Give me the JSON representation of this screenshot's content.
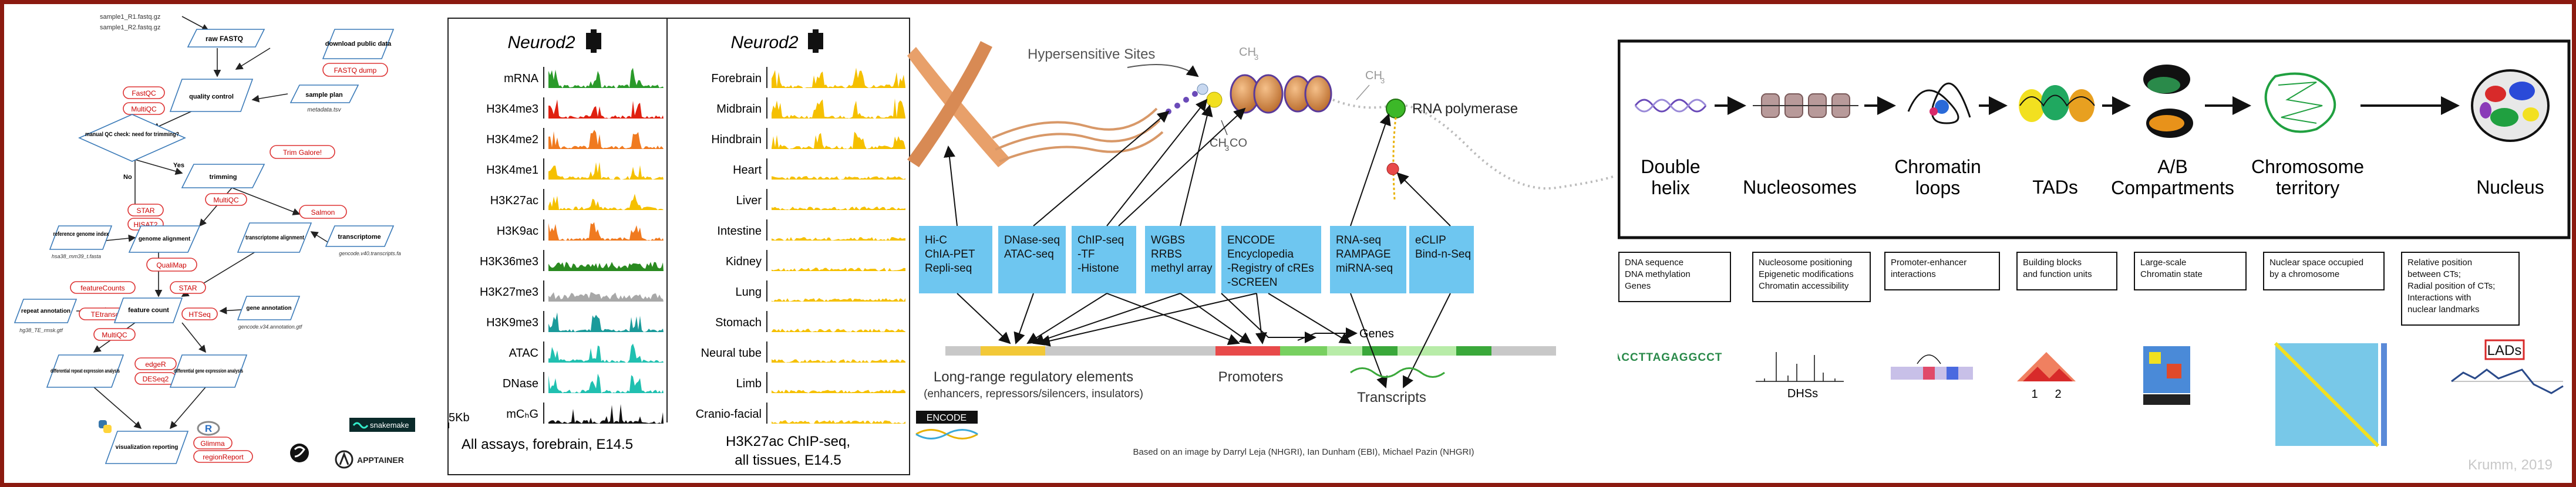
{
  "panel1": {
    "input_files": [
      "sample1_R1.fastq.gz",
      "sample1_R2.fastq.gz"
    ],
    "raw_fastq": "raw FASTQ",
    "download": "download public data",
    "fastq_dump": "FASTQ dump",
    "quality_control": "quality control",
    "fastqc": "FastQC",
    "multiqc": "MultiQC",
    "sample_plan": "sample plan",
    "metadata_tsv": "metadata.tsv",
    "decision": "manual QC check: need for trimming?",
    "yes": "Yes",
    "no": "No",
    "trimming": "trimming",
    "trim_galore": "Trim Galore!",
    "reference_index": "reference genome index",
    "genome_fasta": "hsa38_mm39_t.fasta",
    "star": "STAR",
    "hisat2": "HISAT2",
    "genome_alignment": "genome alignment",
    "salmon": "Salmon",
    "transcriptome": "transcriptome",
    "transcriptome_fa": "gencode.v40.transcripts.fa",
    "transcriptome_alignment": "transcriptome alignment",
    "qualimap": "QualiMap",
    "repeat_annotation": "repeat annotation",
    "repeat_gtf": "hg38_TE_rmsk.gtf",
    "feature_counts": "featureCounts",
    "te_transcripts": "TEtranscripts",
    "feature_count": "feature count",
    "htseq": "HTSeq",
    "gene_annotation": "gene annotation",
    "gene_gtf": "gencode.v34.annotation.gtf",
    "diff_repeat": "differential repeat expression analysis",
    "diff_gene": "differential gene expression analysis",
    "edger": "edgeR",
    "deseq2": "DESeq2",
    "visualization": "visualization reporting",
    "glimma": "Glimma",
    "region_report": "regionReport",
    "r_logo": "R",
    "snakemake": "snakemake",
    "apptainer": "APPTAINER"
  },
  "panel2": {
    "gene_title": "Neurod2",
    "left_tracks": [
      "mRNA",
      "H3K4me3",
      "H3K4me2",
      "H3K4me1",
      "H3K27ac",
      "H3K9ac",
      "H3K36me3",
      "H3K27me3",
      "H3K9me3",
      "ATAC",
      "DNase",
      "mCₕG"
    ],
    "scale_label": "5Kb",
    "right_tracks": [
      "Forebrain",
      "Midbrain",
      "Hindbrain",
      "Heart",
      "Liver",
      "Intestine",
      "Kidney",
      "Lung",
      "Stomach",
      "Neural tube",
      "Limb",
      "Cranio-facial"
    ],
    "left_caption": "All assays, forebrain, E14.5",
    "right_caption_1": "H3K27ac ChIP-seq,",
    "right_caption_2": "all tissues, E14.5",
    "colors": {
      "mRNA": "#2a9a2a",
      "H3K4me3": "#e02010",
      "H3K4me2": "#f07a20",
      "H3K4me1": "#f5c000",
      "H3K27ac": "#f5c000",
      "H3K9ac": "#f07a20",
      "H3K36me3": "#2a8a20",
      "H3K27me3": "#a8a8a8",
      "H3K9me3": "#1a9a9a",
      "ATAC": "#20c0b0",
      "DNase": "#20c0b0",
      "mCₕG": "#111111",
      "tissue": "#f5c000"
    }
  },
  "panel3": {
    "hypersensitive": "Hypersensitive Sites",
    "ch3_top": "CH",
    "ch3_right": "CH",
    "ch3co": "CH",
    "rna_pol": "RNA polymerase",
    "boxes": [
      [
        "Hi-C",
        "ChIA-PET",
        "Repli-seq"
      ],
      [
        "DNase-seq",
        "ATAC-seq"
      ],
      [
        "ChIP-seq",
        "-TF",
        "-Histone"
      ],
      [
        "WGBS",
        "RRBS",
        "methyl array"
      ],
      [
        "ENCODE",
        "Encyclopedia",
        "-Registry of cREs",
        "-SCREEN"
      ],
      [
        "RNA-seq",
        "RAMPAGE",
        "miRNA-seq"
      ],
      [
        "eCLIP",
        "Bind-n-Seq"
      ]
    ],
    "genes": "Genes",
    "long_range": "Long-range regulatory elements",
    "enhancers": "(enhancers, repressors/silencers, insulators)",
    "promoters": "Promoters",
    "transcripts": "Transcripts",
    "encode_logo": "ENCODE",
    "credit": "Based on an image by Darryl Leja (NHGRI), Ian Dunham (EBI), Michael Pazin (NHGRI)"
  },
  "panel4": {
    "stages": [
      [
        "Double",
        "helix"
      ],
      [
        "Nucleosomes"
      ],
      [
        "Chromatin",
        "loops"
      ],
      [
        "TADs"
      ],
      [
        "A/B",
        "Compartments"
      ],
      [
        "Chromosome",
        "territory"
      ],
      [
        "Nucleus"
      ]
    ],
    "descriptions": [
      [
        "DNA sequence",
        "DNA methylation",
        "Genes"
      ],
      [
        "Nucleosome positioning",
        "Epigenetic modifications",
        "Chromatin accessibility"
      ],
      [
        "Promoter-enhancer",
        "interactions"
      ],
      [
        "Building blocks",
        "and function units"
      ],
      [
        "Large-scale",
        "Chromatin state"
      ],
      [
        "Nuclear space occupied",
        "by a chromosome"
      ],
      [
        "Relative position",
        "between CTs;",
        "Radial position of CTs;",
        "Interactions with",
        "nuclear landmarks"
      ]
    ],
    "dna_sequence": "ACCTTAGAGGCCT",
    "dhss": "DHSs",
    "tad_1": "1",
    "tad_2": "2",
    "lads": "LADs",
    "credit": "Krumm, 2019"
  }
}
